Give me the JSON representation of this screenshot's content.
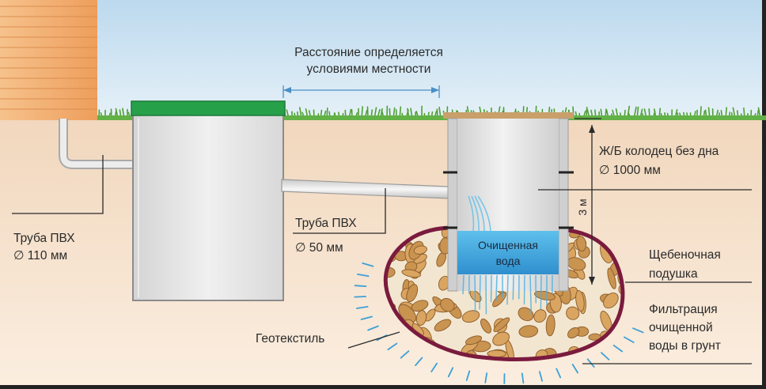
{
  "labels": {
    "distance_line1": "Расстояние определяется",
    "distance_line2": "условиями местности",
    "pipe110_line1": "Труба ПВХ",
    "pipe110_line2": "∅ 110 мм",
    "pipe50_line1": "Труба ПВХ",
    "pipe50_line2": "∅ 50 мм",
    "well_line1": "Ж/Б колодец без дна",
    "well_line2": "∅ 1000 мм",
    "depth": "3 м",
    "clean_water_line1": "Очищенная",
    "clean_water_line2": "вода",
    "gravel_line1": "Щебеночная",
    "gravel_line2": "подушка",
    "filtration_line1": "Фильтрация",
    "filtration_line2": "очищенной",
    "filtration_line3": "воды в грунт",
    "geotextile": "Геотекстиль"
  },
  "colors": {
    "sky": "#cfe3f2",
    "soil": "#f6e2cd",
    "grass": "#5fb043",
    "house_wall": "#f3b279",
    "tank_lid": "#27a04a",
    "tank_body": "#e6e6e6",
    "pipe": "#e3e3e3",
    "clean_water": "#55b8e6",
    "gravel_stone": "#d9a561",
    "geotextile": "#7a1b3e",
    "filtration_ray": "#3da0d6"
  }
}
